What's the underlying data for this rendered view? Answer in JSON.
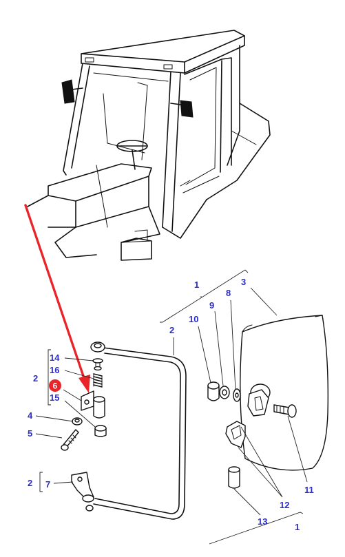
{
  "callouts": {
    "c1_top": "1",
    "c2_frame": "2",
    "c3": "3",
    "c10": "10",
    "c9": "9",
    "c8": "8",
    "c14": "14",
    "c16": "16",
    "c2_left": "2",
    "c6": "6",
    "c15": "15",
    "c4": "4",
    "c5": "5",
    "c2_bottom": "2",
    "c7": "7",
    "c11": "11",
    "c12": "12",
    "c13": "13",
    "c1_bottom": "1"
  },
  "highlight": {
    "part": "6",
    "color": "#e8262a"
  },
  "colors": {
    "callout_text": "#2c2ccf",
    "arrow": "#e8262a",
    "line_art": "#111111"
  }
}
